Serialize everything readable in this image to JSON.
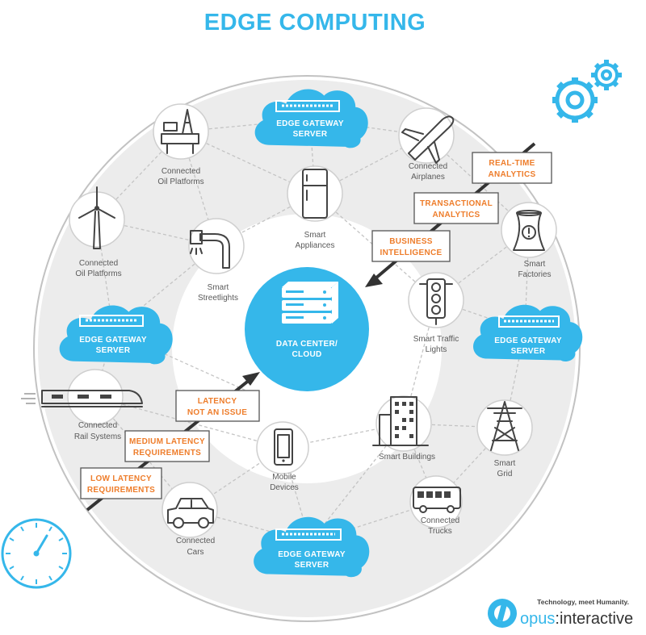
{
  "title": "EDGE COMPUTING",
  "center": {
    "line1": "DATA CENTER/",
    "line2": "CLOUD"
  },
  "gateways": [
    {
      "line1": "EDGE GATEWAY",
      "line2": "SERVER"
    },
    {
      "line1": "EDGE GATEWAY",
      "line2": "SERVER"
    },
    {
      "line1": "EDGE GATEWAY",
      "line2": "SERVER"
    },
    {
      "line1": "EDGE GATEWAY",
      "line2": "SERVER"
    }
  ],
  "nodes": {
    "oil_platforms": {
      "line1": "Connected",
      "line2": "Oil Platforms"
    },
    "wind": {
      "line1": "Connected",
      "line2": "Oil Platforms"
    },
    "appliances": {
      "line1": "Smart",
      "line2": "Appliances"
    },
    "airplanes": {
      "line1": "Connected",
      "line2": "Airplanes"
    },
    "factories": {
      "line1": "Smart",
      "line2": "Factories"
    },
    "streetlights": {
      "line1": "Smart",
      "line2": "Streetlights"
    },
    "traffic": {
      "line1": "Smart Traffic",
      "line2": "Lights"
    },
    "rail": {
      "line1": "Connected",
      "line2": "Rail Systems"
    },
    "mobile": {
      "line1": "Mobile",
      "line2": "Devices"
    },
    "buildings": {
      "line1": "Smart Buildings"
    },
    "grid": {
      "line1": "Smart",
      "line2": "Grid"
    },
    "cars": {
      "line1": "Connected",
      "line2": "Cars"
    },
    "trucks": {
      "line1": "Connected",
      "line2": "Trucks"
    }
  },
  "latency_boxes": {
    "realtime": {
      "line1": "REAL-TIME",
      "line2": "ANALYTICS"
    },
    "transactional": {
      "line1": "TRANSACTIONAL",
      "line2": "ANALYTICS"
    },
    "business": {
      "line1": "BUSINESS",
      "line2": "INTELLIGENCE"
    },
    "latency": {
      "line1": "LATENCY",
      "line2": "NOT AN ISSUE"
    },
    "medium": {
      "line1": "MEDIUM LATENCY",
      "line2": "REQUIREMENTS"
    },
    "low": {
      "line1": "LOW LATENCY",
      "line2": "REQUIREMENTS"
    }
  },
  "logo": {
    "tagline": "Technology, meet Humanity.",
    "brand_a": "opus",
    "brand_sep": ":",
    "brand_b": "interactive"
  },
  "colors": {
    "accent": "#35b7ea",
    "orange": "#ee7d2b",
    "dark": "#444444",
    "ring": "#ececec"
  }
}
